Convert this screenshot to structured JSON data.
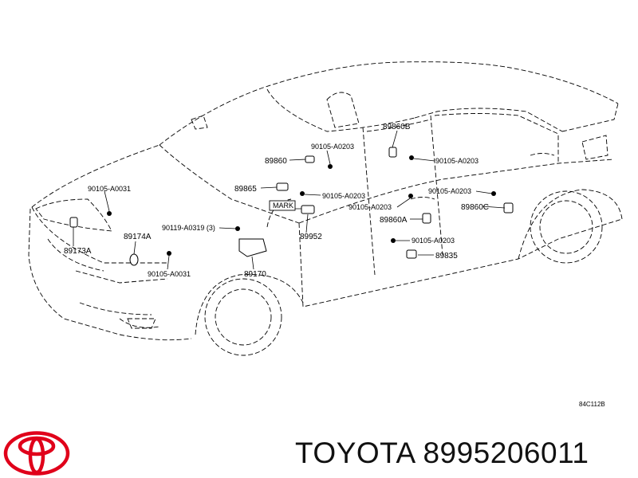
{
  "diagram": {
    "labels": {
      "p89860": "89860",
      "p89860b": "89860B",
      "p89865": "89865",
      "p89174a": "89174A",
      "p89173a": "89173A",
      "p89952": "89952",
      "p89170": "89170",
      "p89860a": "89860A",
      "p89860c": "89860C",
      "p89835": "89835",
      "bolt_a0203_top": "90105-A0203",
      "bolt_a0203_right": "90105-A0203",
      "bolt_a0203_mid": "90105-A0203",
      "bolt_a0203_center": "90105-A0203",
      "bolt_a0203_rear": "90105-A0203",
      "bolt_a0203_low": "90105-A0203",
      "bolt_a0031_top": "90105-A0031",
      "bolt_a0031_low": "90105-A0031",
      "bolt_a0319": "90119-A0319 (3)",
      "mark": "MARK",
      "reference": "84C112B"
    }
  },
  "brand": {
    "name": "TOYOTA",
    "part_number": "8995206011",
    "logo_color": "#e0001a",
    "text_color": "#111111"
  }
}
